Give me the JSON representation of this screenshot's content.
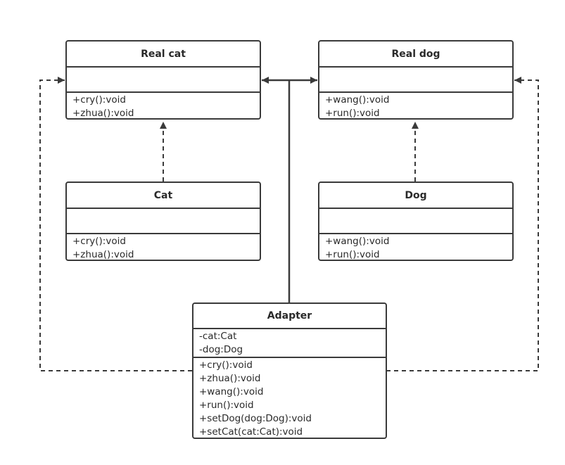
{
  "classes": {
    "real_cat": {
      "name": "Real cat",
      "attributes": [],
      "operations": [
        "+cry():void",
        "+zhua():void"
      ]
    },
    "real_dog": {
      "name": "Real dog",
      "attributes": [],
      "operations": [
        "+wang():void",
        "+run():void"
      ]
    },
    "cat": {
      "name": "Cat",
      "attributes": [],
      "operations": [
        "+cry():void",
        "+zhua():void"
      ]
    },
    "dog": {
      "name": "Dog",
      "attributes": [],
      "operations": [
        "+wang():void",
        "+run():void"
      ]
    },
    "adapter": {
      "name": "Adapter",
      "attributes": [
        "-cat:Cat",
        "-dog:Dog"
      ],
      "operations": [
        "+cry():void",
        "+zhua():void",
        "+wang():void",
        "+run():void",
        "+setDog(dog:Dog):void",
        "+setCat(cat:Cat):void"
      ]
    }
  },
  "relations": [
    {
      "from": "Cat",
      "to": "Real cat",
      "kind": "realization"
    },
    {
      "from": "Dog",
      "to": "Real dog",
      "kind": "realization"
    },
    {
      "from": "Adapter",
      "to": "Real cat",
      "kind": "realization"
    },
    {
      "from": "Adapter",
      "to": "Real dog",
      "kind": "realization"
    },
    {
      "from": "Adapter",
      "to": "Real cat",
      "kind": "association"
    },
    {
      "from": "Adapter",
      "to": "Real dog",
      "kind": "association"
    }
  ],
  "colors": {
    "line": "#3a3a3a",
    "text": "#2a2a2a",
    "background": "#ffffff"
  }
}
